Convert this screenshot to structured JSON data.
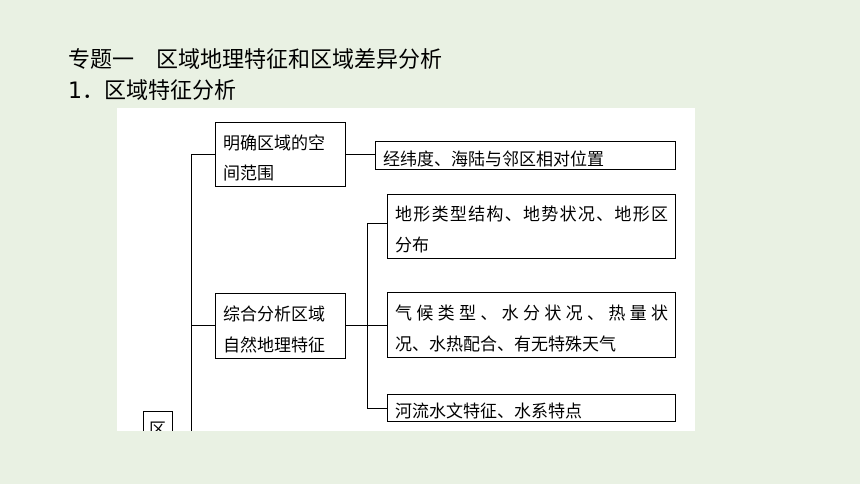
{
  "title": "专题一　区域地理特征和区域差异分析",
  "subtitle": "1．区域特征分析",
  "diagram": {
    "root_label": "区",
    "nodes": [
      {
        "label_lines": [
          "明确区域的空",
          "间范围"
        ],
        "children": [
          {
            "label_lines": [
              "经纬度、海陆与邻区相对位置"
            ]
          }
        ]
      },
      {
        "label_lines": [
          "综合分析区域",
          "自然地理特征"
        ],
        "children": [
          {
            "label_lines": [
              "地形类型结构、地势状况、地形区",
              "分布"
            ]
          },
          {
            "label_lines": [
              "气候类型、水分状况、热量状",
              "况、水热配合、有无特殊天气"
            ]
          },
          {
            "label_lines": [
              "河流水文特征、水系特点"
            ]
          }
        ]
      }
    ]
  }
}
